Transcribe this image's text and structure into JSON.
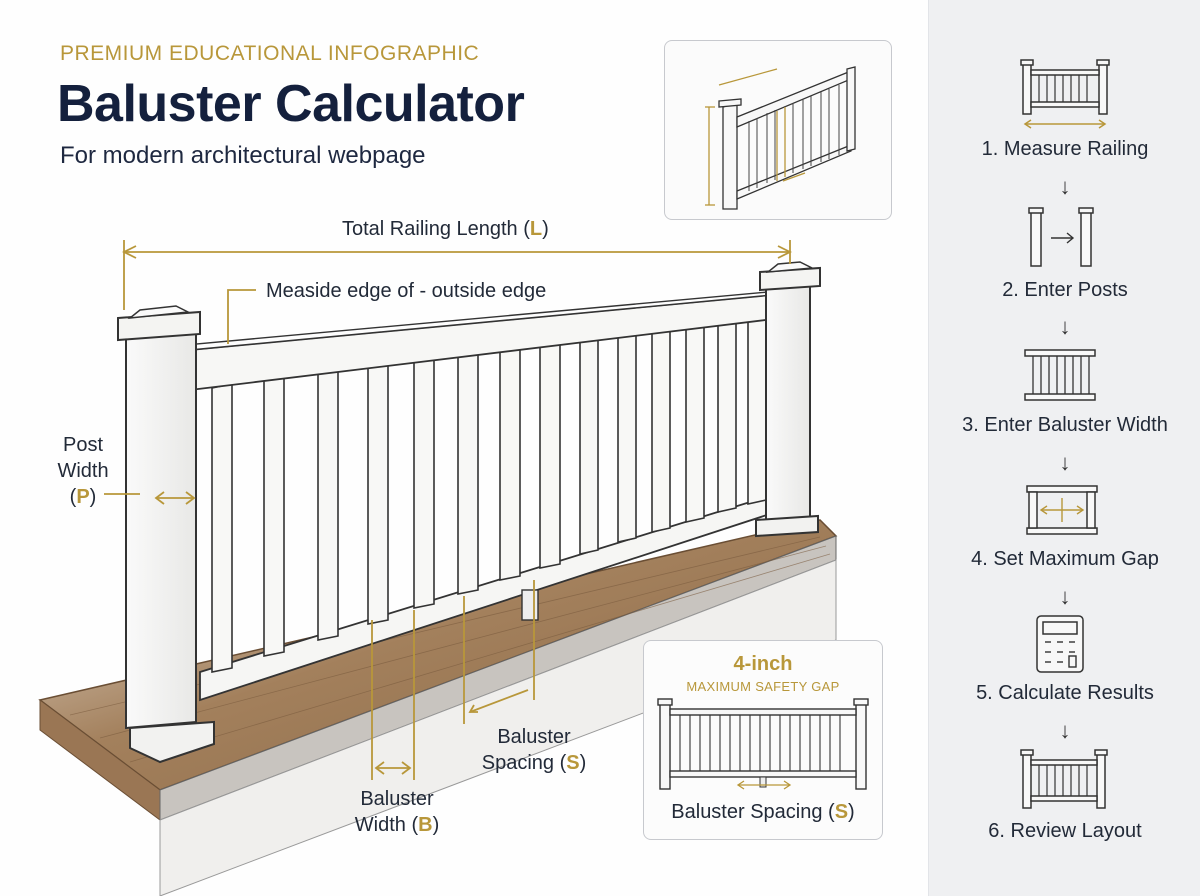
{
  "header": {
    "eyebrow": "PREMIUM EDUCATIONAL INFOGRAPHIC",
    "title": "Baluster Calculator",
    "subtitle": "For modern architectural webpage"
  },
  "diagram": {
    "total_length_label": "Total Railing Length (",
    "total_length_symbol": "L",
    "edge_note": "Measide edge of - outside edge",
    "post_width_line1": "Post",
    "post_width_line2": "Width",
    "post_width_symbol": "P",
    "baluster_spacing_line1": "Baluster",
    "baluster_spacing_line2": "Spacing (",
    "baluster_spacing_symbol": "S",
    "baluster_width_line1": "Baluster",
    "baluster_width_line2": "Width (",
    "baluster_width_symbol": "B"
  },
  "safety_card": {
    "headline": "4-inch",
    "subline": "MAXIMUM SAFETY GAP",
    "label": "Baluster Spacing (",
    "symbol": "S"
  },
  "steps": [
    {
      "label": "1. Measure Railing",
      "icon": "railing-measure-icon"
    },
    {
      "label": "2. Enter Posts",
      "icon": "posts-icon"
    },
    {
      "label": "3. Enter Baluster Width",
      "icon": "balusters-icon"
    },
    {
      "label": "4. Set Maximum Gap",
      "icon": "gap-icon"
    },
    {
      "label": "5. Calculate Results",
      "icon": "calculator-icon"
    },
    {
      "label": "6. Review Layout",
      "icon": "layout-icon"
    }
  ],
  "colors": {
    "accent": "#b8973a",
    "navy": "#14203d",
    "sidebar": "#eff0f2",
    "deck": "#8a6a4a"
  }
}
